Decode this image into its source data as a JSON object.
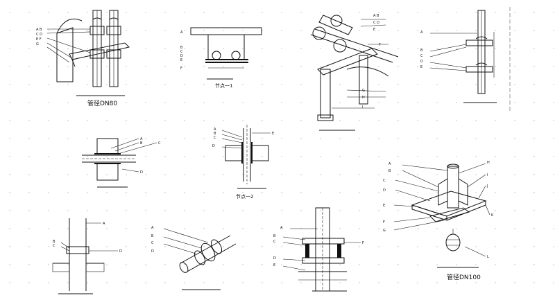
{
  "drawing": {
    "captions": {
      "d1_sub": "管径DN80",
      "d2_sub": "节点一1",
      "d6_sub": "节点一2",
      "d10_sub": "管径DN100"
    }
  }
}
